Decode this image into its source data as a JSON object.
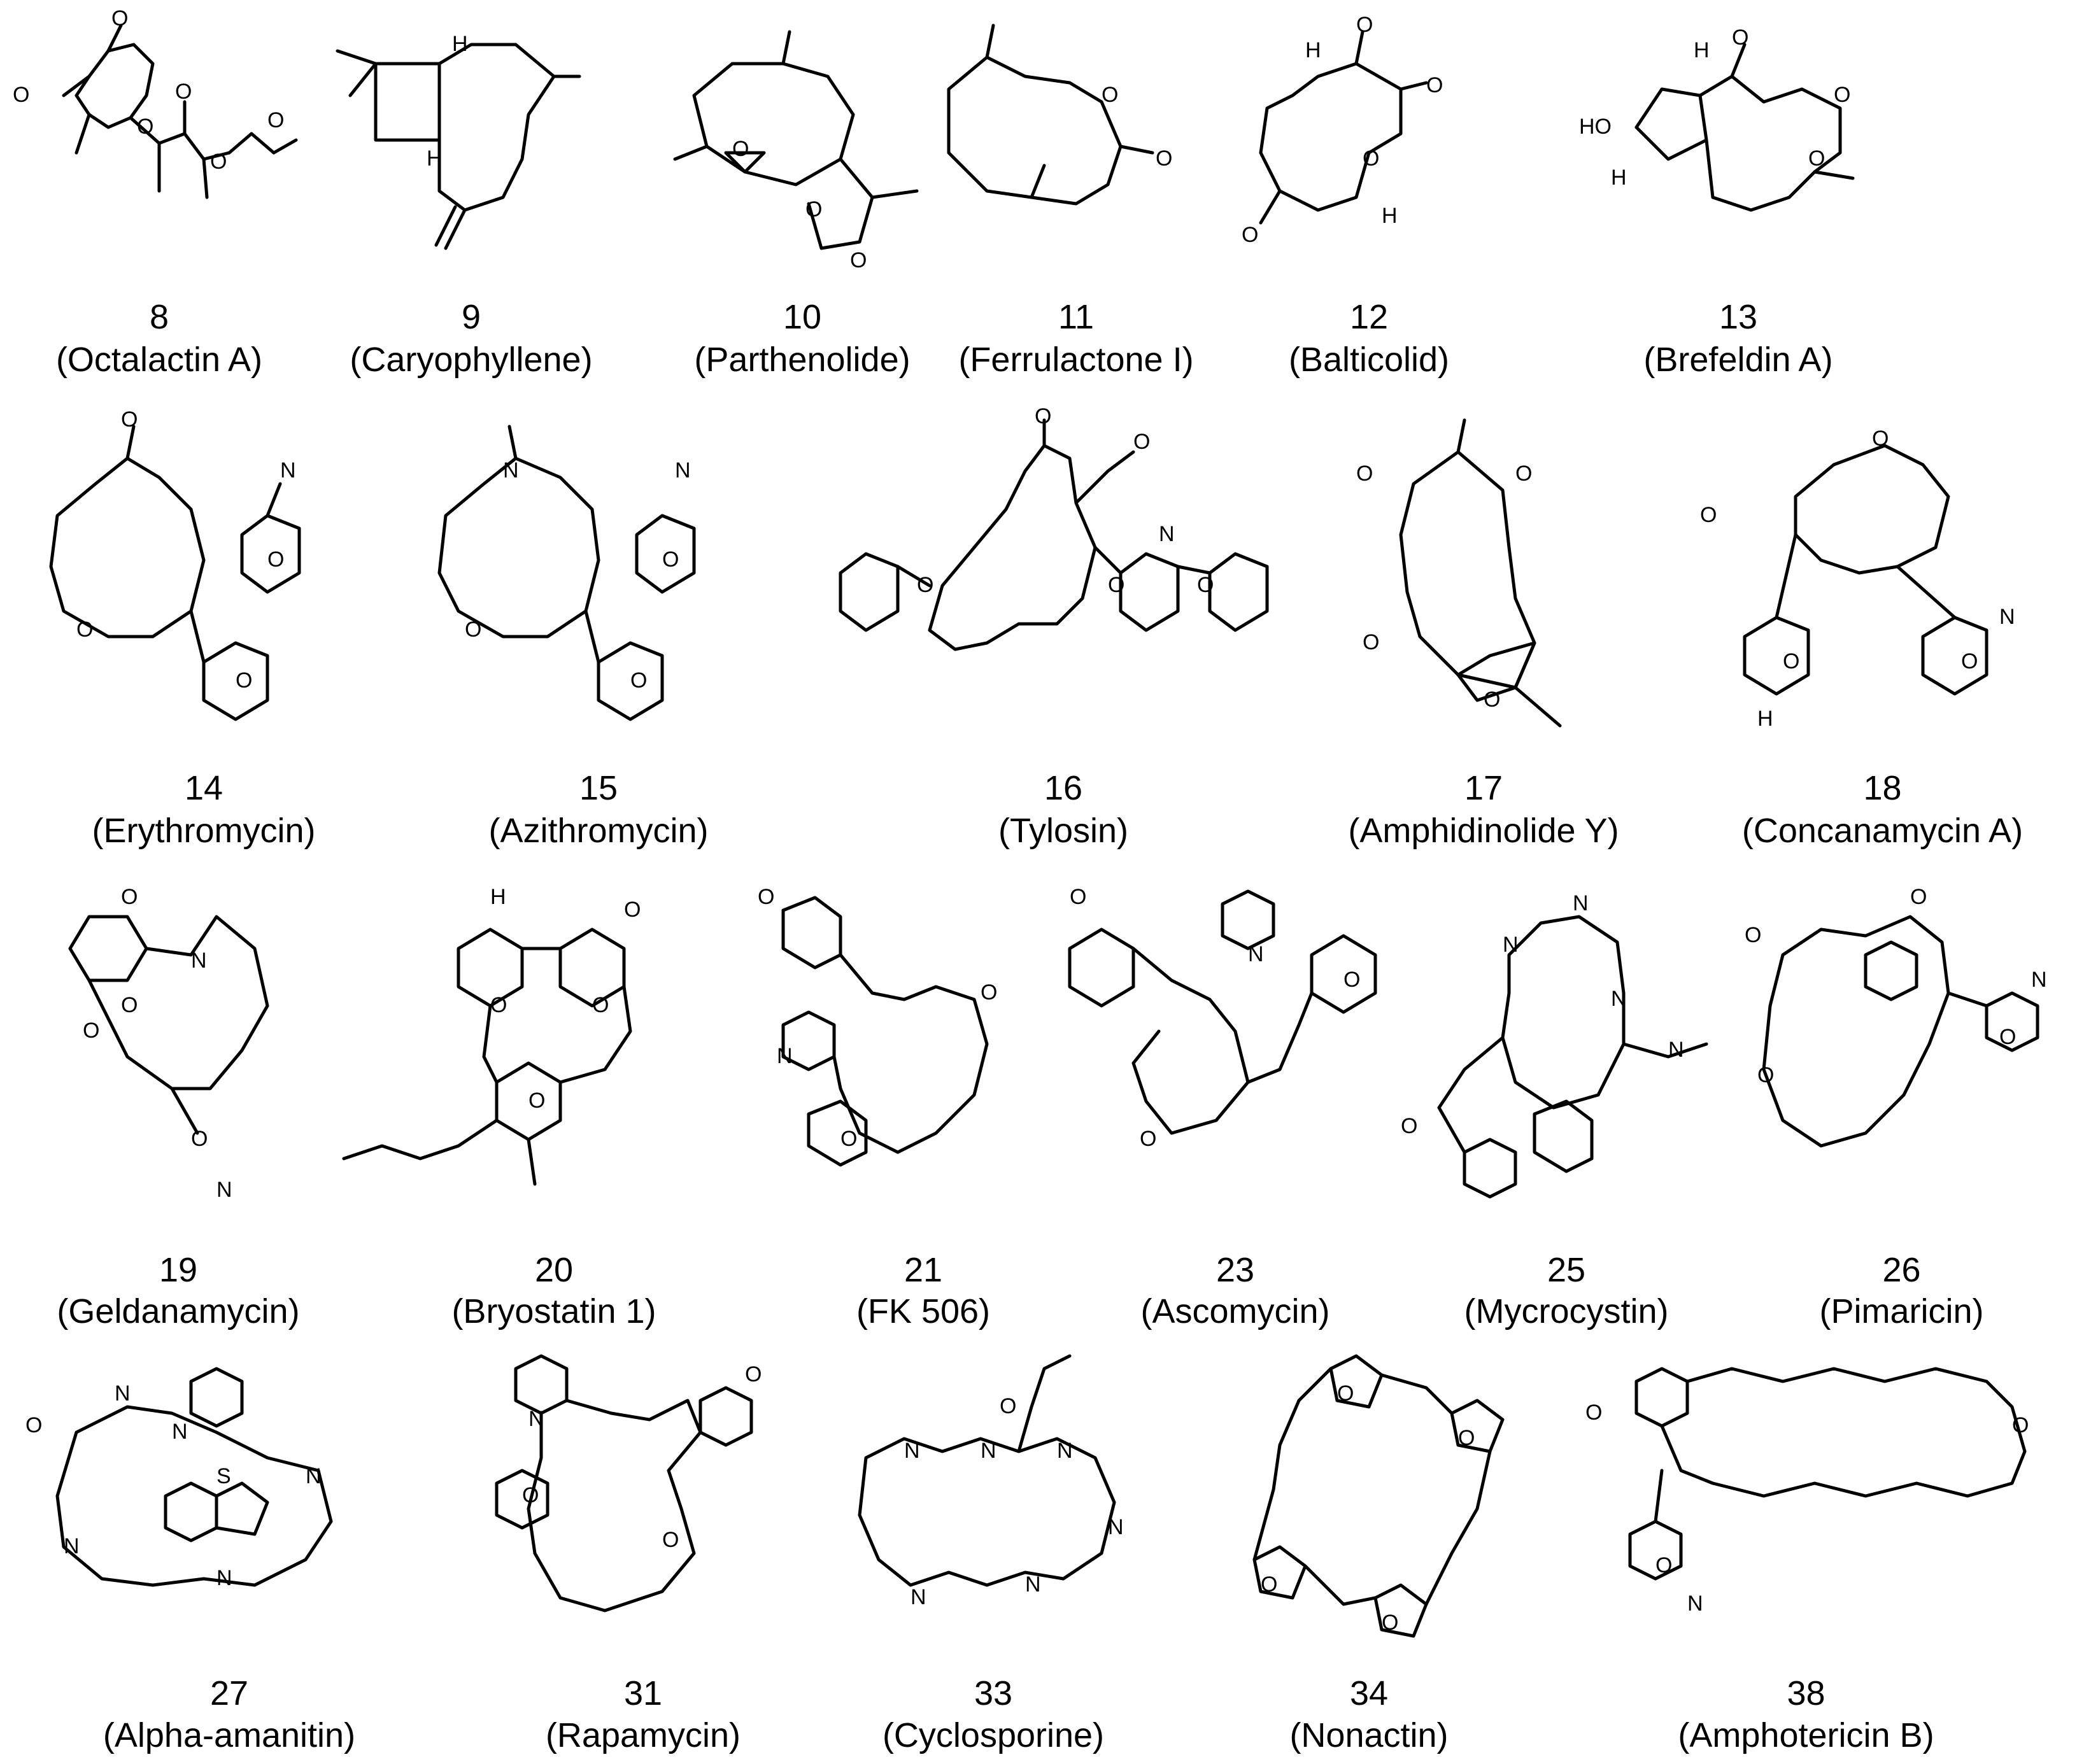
{
  "rows": [
    [
      {
        "number": "8",
        "name": "(Octalactin A)"
      },
      {
        "number": "9",
        "name": "(Caryophyllene)"
      },
      {
        "number": "10",
        "name": "(Parthenolide)"
      },
      {
        "number": "11",
        "name": "(Ferrulactone I)"
      },
      {
        "number": "12",
        "name": "(Balticolid)"
      },
      {
        "number": "13",
        "name": "(Brefeldin A)"
      }
    ],
    [
      {
        "number": "14",
        "name": "(Erythromycin)"
      },
      {
        "number": "15",
        "name": "(Azithromycin)"
      },
      {
        "number": "16",
        "name": "(Tylosin)"
      },
      {
        "number": "17",
        "name": "(Amphidinolide Y)"
      },
      {
        "number": "18",
        "name": "(Concanamycin A)"
      }
    ],
    [
      {
        "number": "19",
        "name": "(Geldanamycin)"
      },
      {
        "number": "20",
        "name": "(Bryostatin 1)"
      },
      {
        "number": "21",
        "name": "(FK 506)"
      },
      {
        "number": "23",
        "name": "(Ascomycin)"
      },
      {
        "number": "25",
        "name": "(Mycrocystin)"
      },
      {
        "number": "26",
        "name": "(Pimaricin)"
      }
    ],
    [
      {
        "number": "27",
        "name": "(Alpha-amanitin)"
      },
      {
        "number": "31",
        "name": "(Rapamycin)"
      },
      {
        "number": "33",
        "name": "(Cyclosporine)"
      },
      {
        "number": "34",
        "name": "(Nonactin)"
      },
      {
        "number": "38",
        "name": "(Amphotericin B)"
      }
    ]
  ]
}
